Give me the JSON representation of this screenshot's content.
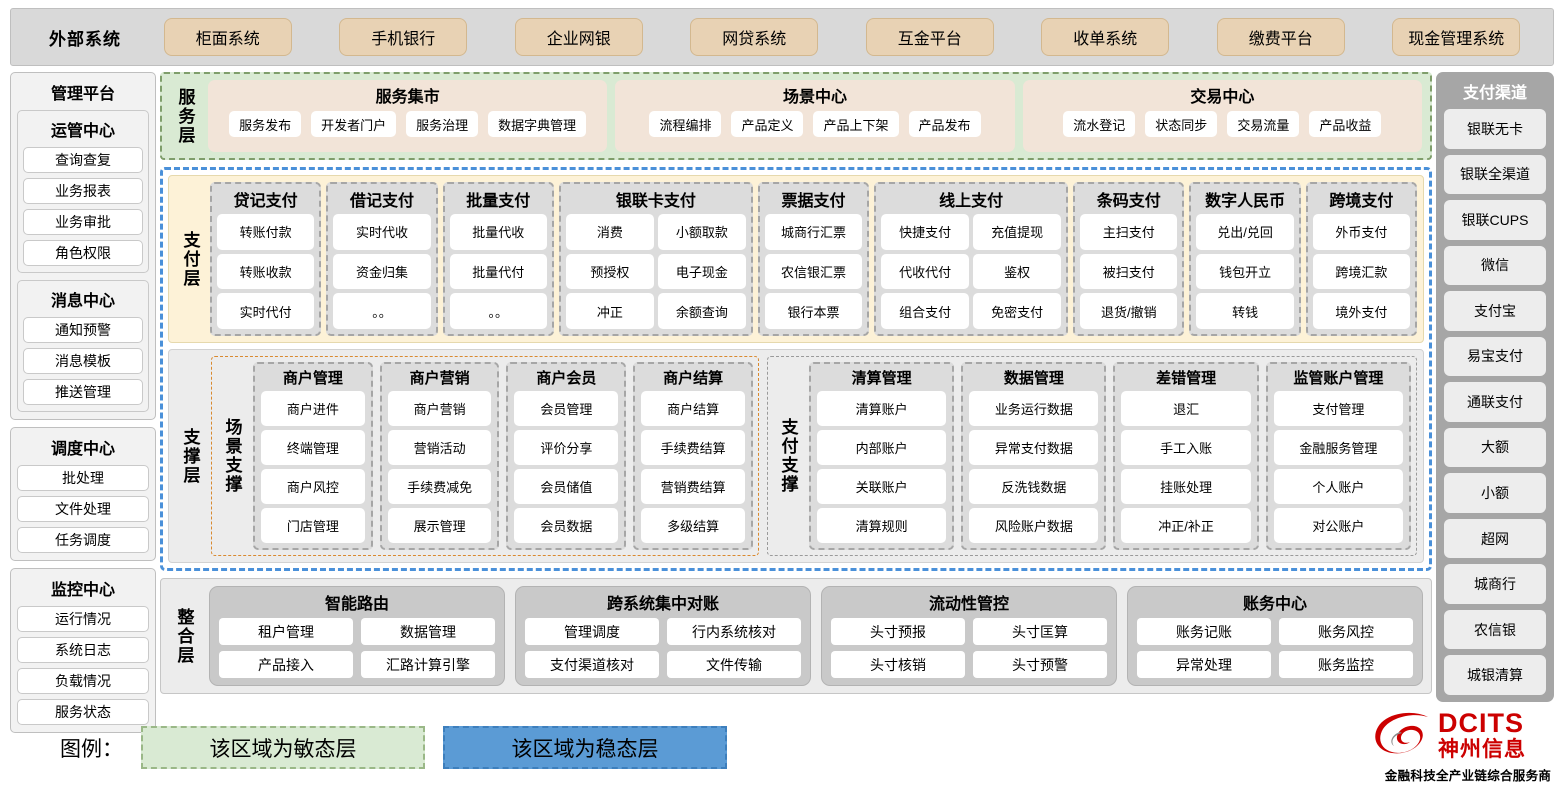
{
  "external_bar": {
    "title": "外部系统",
    "items": [
      "柜面系统",
      "手机银行",
      "企业网银",
      "网贷系统",
      "互金平台",
      "收单系统",
      "缴费平台",
      "现金管理系统"
    ]
  },
  "management": {
    "title": "管理平台",
    "groups": [
      {
        "title": "运管中心",
        "items": [
          "查询查复",
          "业务报表",
          "业务审批",
          "角色权限"
        ]
      },
      {
        "title": "消息中心",
        "items": [
          "通知预警",
          "消息模板",
          "推送管理"
        ]
      }
    ],
    "standalone": [
      {
        "title": "调度中心",
        "items": [
          "批处理",
          "文件处理",
          "任务调度"
        ]
      },
      {
        "title": "监控中心",
        "items": [
          "运行情况",
          "系统日志",
          "负载情况",
          "服务状态"
        ]
      }
    ]
  },
  "service_layer": {
    "label": "服务层",
    "groups": [
      {
        "title": "服务集市",
        "items": [
          "服务发布",
          "开发者门户",
          "服务治理",
          "数据字典管理"
        ]
      },
      {
        "title": "场景中心",
        "items": [
          "流程编排",
          "产品定义",
          "产品上下架",
          "产品发布"
        ]
      },
      {
        "title": "交易中心",
        "items": [
          "流水登记",
          "状态同步",
          "交易流量",
          "产品收益"
        ]
      }
    ]
  },
  "payment_layer": {
    "label": "支付层",
    "groups": [
      {
        "title": "贷记支付",
        "cols": 1,
        "items": [
          "转账付款",
          "转账收款",
          "实时代付"
        ]
      },
      {
        "title": "借记支付",
        "cols": 1,
        "items": [
          "实时代收",
          "资金归集",
          "。。"
        ]
      },
      {
        "title": "批量支付",
        "cols": 1,
        "items": [
          "批量代收",
          "批量代付",
          "。。"
        ]
      },
      {
        "title": "银联卡支付",
        "cols": 2,
        "items": [
          "消费",
          "小额取款",
          "预授权",
          "电子现金",
          "冲正",
          "余额查询"
        ]
      },
      {
        "title": "票据支付",
        "cols": 1,
        "items": [
          "城商行汇票",
          "农信银汇票",
          "银行本票"
        ]
      },
      {
        "title": "线上支付",
        "cols": 2,
        "items": [
          "快捷支付",
          "充值提现",
          "代收代付",
          "鉴权",
          "组合支付",
          "免密支付"
        ]
      },
      {
        "title": "条码支付",
        "cols": 1,
        "items": [
          "主扫支付",
          "被扫支付",
          "退货/撤销"
        ]
      },
      {
        "title": "数字人民币",
        "cols": 1,
        "items": [
          "兑出/兑回",
          "钱包开立",
          "转钱"
        ]
      },
      {
        "title": "跨境支付",
        "cols": 1,
        "items": [
          "外币支付",
          "跨境汇款",
          "境外支付"
        ]
      }
    ]
  },
  "support_layer": {
    "label": "支撑层",
    "blocks": [
      {
        "label": "场景支撑",
        "groups": [
          {
            "title": "商户管理",
            "items": [
              "商户进件",
              "终端管理",
              "商户风控",
              "门店管理"
            ]
          },
          {
            "title": "商户营销",
            "items": [
              "商户营销",
              "营销活动",
              "手续费减免",
              "展示管理"
            ]
          },
          {
            "title": "商户会员",
            "items": [
              "会员管理",
              "评价分享",
              "会员储值",
              "会员数据"
            ]
          },
          {
            "title": "商户结算",
            "items": [
              "商户结算",
              "手续费结算",
              "营销费结算",
              "多级结算"
            ]
          }
        ]
      },
      {
        "label": "支付支撑",
        "groups": [
          {
            "title": "清算管理",
            "items": [
              "清算账户",
              "内部账户",
              "关联账户",
              "清算规则"
            ]
          },
          {
            "title": "数据管理",
            "items": [
              "业务运行数据",
              "异常支付数据",
              "反洗钱数据",
              "风险账户数据"
            ]
          },
          {
            "title": "差错管理",
            "items": [
              "退汇",
              "手工入账",
              "挂账处理",
              "冲正/补正"
            ]
          },
          {
            "title": "监管账户管理",
            "items": [
              "支付管理",
              "金融服务管理",
              "个人账户",
              "对公账户"
            ]
          }
        ]
      }
    ]
  },
  "integration_layer": {
    "label": "整合层",
    "groups": [
      {
        "title": "智能路由",
        "items": [
          "租户管理",
          "数据管理",
          "产品接入",
          "汇路计算引擎"
        ]
      },
      {
        "title": "跨系统集中对账",
        "items": [
          "管理调度",
          "行内系统核对",
          "支付渠道核对",
          "文件传输"
        ]
      },
      {
        "title": "流动性管控",
        "items": [
          "头寸预报",
          "头寸匡算",
          "头寸核销",
          "头寸预警"
        ]
      },
      {
        "title": "账务中心",
        "items": [
          "账务记账",
          "账务风控",
          "异常处理",
          "账务监控"
        ]
      }
    ]
  },
  "channels": {
    "title": "支付渠道",
    "items": [
      "银联无卡",
      "银联全渠道",
      "银联CUPS",
      "微信",
      "支付宝",
      "易宝支付",
      "通联支付",
      "大额",
      "小额",
      "超网",
      "城商行",
      "农信银",
      "城银清算"
    ]
  },
  "legend": {
    "label": "图例：",
    "agile": "该区域为敏态层",
    "stable": "该区域为稳态层"
  },
  "logo": {
    "en": "DCITS",
    "cn": "神州信息",
    "tagline": "金融科技全产业链综合服务商"
  },
  "colors": {
    "agile_green": "#d9ead3",
    "stable_blue": "#5b9bd5",
    "external_chip": "#e8d2b4",
    "payment_bg": "#fdf2d7",
    "brand_red": "#cc0000"
  }
}
